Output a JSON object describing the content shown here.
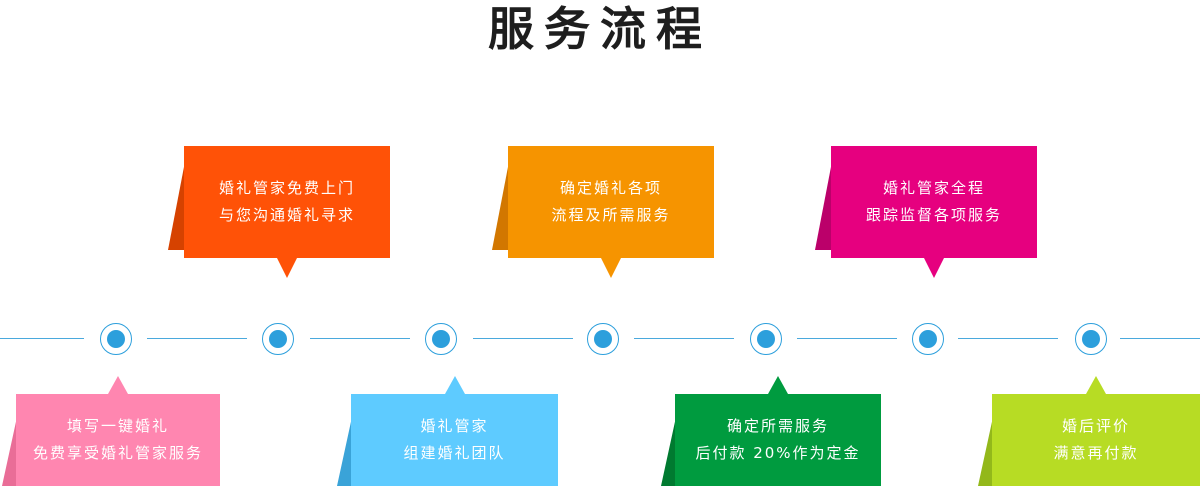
{
  "title": "服务流程",
  "top_cards": [
    {
      "line1": "婚礼管家免费上门",
      "line2": "与您沟通婚礼寻求",
      "color": "#ff5207",
      "fold_color": "#d64200"
    },
    {
      "line1": "确定婚礼各项",
      "line2": "流程及所需服务",
      "color": "#f69400",
      "fold_color": "#d27700"
    },
    {
      "line1": "婚礼管家全程",
      "line2": "跟踪监督各项服务",
      "color": "#e6007f",
      "fold_color": "#bb006a"
    }
  ],
  "bottom_cards": [
    {
      "line1": "填写一键婚礼",
      "line2": "免费享受婚礼管家服务",
      "color": "#ff86b0",
      "fold_color": "#e96d97"
    },
    {
      "line1": "婚礼管家",
      "line2": "组建婚礼团队",
      "color": "#5ecbff",
      "fold_color": "#3aa3d8"
    },
    {
      "line1": "确定所需服务",
      "line2": "后付款 20%作为定金",
      "color": "#009b3f",
      "fold_color": "#007a30"
    },
    {
      "line1": "婚后评价",
      "line2": "满意再付款",
      "color": "#b7dc24",
      "fold_color": "#93b81a"
    }
  ],
  "timeline_color": "#2c9fdc"
}
